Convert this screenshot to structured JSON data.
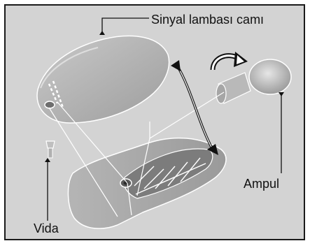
{
  "title": "Sinyal lambası camı",
  "labels": {
    "lens": "Sinyal lambası camı",
    "bulb": "Ampul",
    "screw": "Vida"
  },
  "colors": {
    "background": "#d3d3d3",
    "frame": "#1a1a1a",
    "part_fill": "#a8a8a8",
    "part_highlight": "#c8c8c8",
    "line": "#ffffff",
    "leader": "#111111"
  }
}
